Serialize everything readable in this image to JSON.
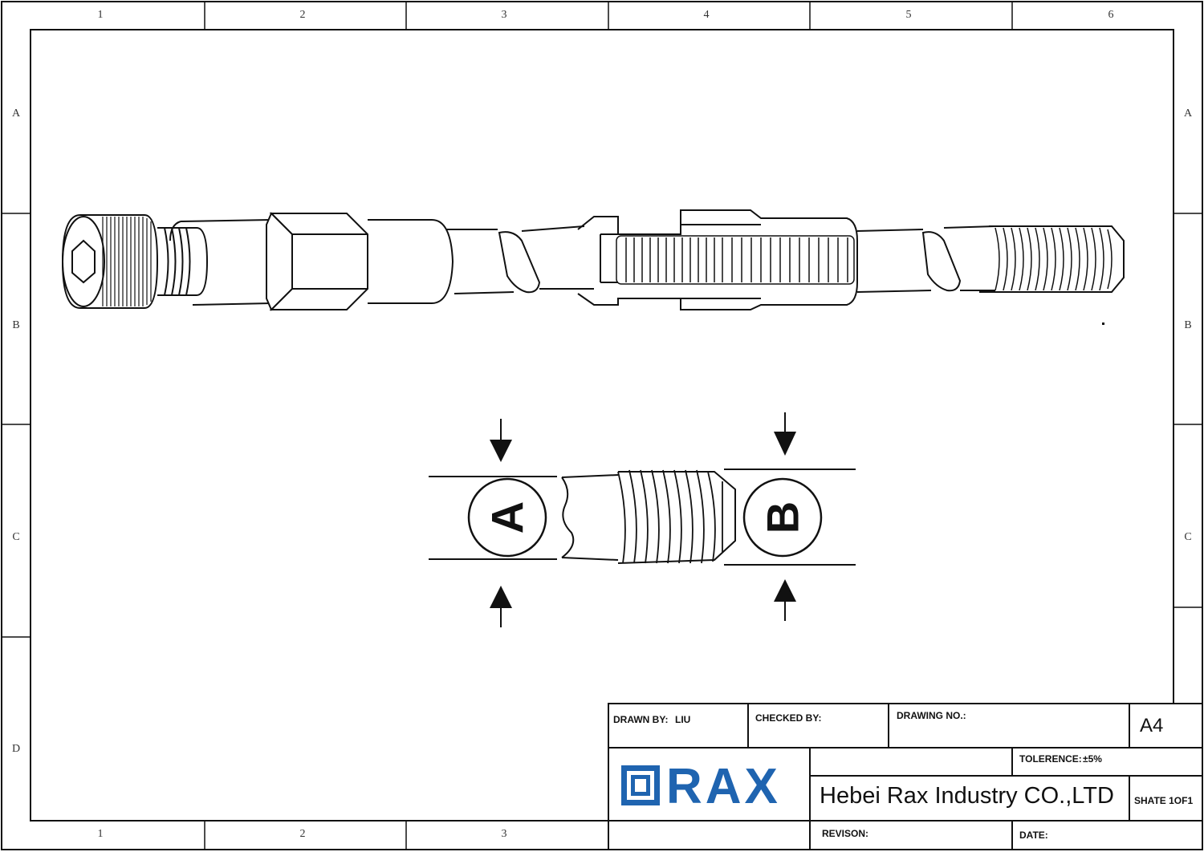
{
  "zones": {
    "columns": [
      "1",
      "2",
      "3",
      "4",
      "5",
      "6"
    ],
    "rows": [
      "A",
      "B",
      "C",
      "D"
    ]
  },
  "callouts": {
    "a": "A",
    "b": "B"
  },
  "title_block": {
    "drawn_by_label": "DRAWN BY:",
    "drawn_by_value": "LIU",
    "checked_by_label": "CHECKED BY:",
    "drawing_no_label": "DRAWING NO.:",
    "size": "A4",
    "tolerance_label": "TOLERENCE:",
    "tolerance_value": "±5%",
    "logo_text": "RAX",
    "company": "Hebei Rax Industry CO.,LTD",
    "sheet": "SHATE 1OF1",
    "revision_label": "REVISON:",
    "date_label": "DATE:"
  },
  "colors": {
    "logo_blue": "#1f64b0",
    "line": "#111111"
  }
}
